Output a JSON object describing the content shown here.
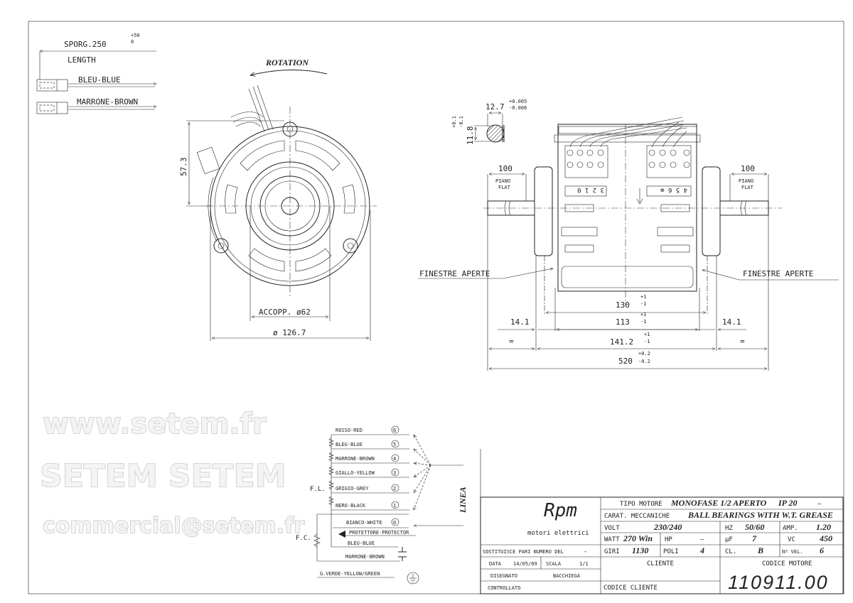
{
  "lead_wires": {
    "length_label": "SPORG.250",
    "length_tol_plus": "+50",
    "length_tol_minus": "0",
    "length_caption": "LENGTH",
    "wires": [
      "BLEU-BLUE",
      "MARRONE-BROWN"
    ]
  },
  "front_view": {
    "rotation_label": "ROTATION",
    "dim_height": "57.3",
    "dim_coupling": "ACCOPP. ø62",
    "dim_diameter": "ø 126.7"
  },
  "shaft_section": {
    "width": "12.7",
    "width_tol_plus": "+0.005",
    "width_tol_minus": "-0.006",
    "flat": "11.8",
    "flat_tol_plus": "+0.1",
    "flat_tol_minus": "-0.1"
  },
  "side_view": {
    "flat_length_left": "100",
    "flat_length_right": "100",
    "flat_label_1": "PIANO",
    "flat_label_2": "FLAT",
    "terminals_left": "3 2 1 0",
    "terminals_right": "4 5 6 ⊕",
    "open_windows_left": "FINESTRE APERTE",
    "open_windows_right": "FINESTRE APERTE",
    "dim_130": "130",
    "dim_130_tol_plus": "+1",
    "dim_130_tol_minus": "-1",
    "dim_113": "113",
    "dim_113_tol_plus": "+1",
    "dim_113_tol_minus": "-1",
    "dim_141": "141.2",
    "dim_141_tol_plus": "+1",
    "dim_141_tol_minus": "-1",
    "dim_520": "520",
    "dim_520_tol_plus": "+0.2",
    "dim_520_tol_minus": "-0.2",
    "dim_14_left": "14.1",
    "dim_14_right": "14.1",
    "equal_left": "=",
    "equal_right": "="
  },
  "wiring": {
    "speed_wires": [
      {
        "label": "ROSSO-RED",
        "num": "6"
      },
      {
        "label": "BLEU-BLUE",
        "num": "5"
      },
      {
        "label": "MARRONE-BROWN",
        "num": "4"
      },
      {
        "label": "GIALLO-YELLOW",
        "num": "3"
      },
      {
        "label": "GRIGIO-GREY",
        "num": "2"
      },
      {
        "label": "NERO-BLACK",
        "num": "1"
      }
    ],
    "white": {
      "label": "BIANCO-WHITE",
      "num": "0"
    },
    "protector": "PROTETTORE-PROTECTOR",
    "blue": "BLEU-BLUE",
    "brown": "MARRONE-BROWN",
    "ground": "G.VERDE-YELLOW/GREEN",
    "fl_label": "F.L.",
    "fc_label": "F.C.",
    "line_label": "LINEA"
  },
  "title_block": {
    "logo": "Rpm",
    "logo_sub": "motori elettrici",
    "tipo_motore_label": "TIPO MOTORE",
    "tipo_motore": "MONOFASE 1/2 APERTO",
    "ip": "IP 20",
    "ip_extra": "—",
    "carat_label": "CARAT. MECCANICHE",
    "carat": "BALL BEARINGS WITH W.T. GREASE",
    "volt_label": "VOLT",
    "volt": "230/240",
    "hz_label": "HZ",
    "hz": "50/60",
    "amp_label": "AMP.",
    "amp": "1.20",
    "watt_label": "WATT",
    "watt": "270 Win",
    "hp_label": "HP",
    "hp": "—",
    "uf_label": "µF",
    "uf": "7",
    "vc_label": "VC",
    "vc": "450",
    "giri_label": "GIRI",
    "giri": "1130",
    "poli_label": "POLI",
    "poli": "4",
    "cl_label": "CL.",
    "cl": "B",
    "vel_label": "Nº VEL.",
    "vel": "6",
    "sostituisce_label": "SOSTITUISCE PARI NUMERO DEL",
    "sostituisce": "-",
    "data_label": "DATA",
    "data": "14/05/09",
    "scala_label": "SCALA",
    "scala": "1/1",
    "disegnato_label": "DISEGNATO",
    "disegnato": "BACCHIEGA",
    "controllato_label": "CONTROLLATO",
    "cliente_label": "CLIENTE",
    "codice_cliente_label": "CODICE CLIENTE",
    "codice_motore_label": "CODICE MOTORE",
    "codice_motore": "110911.00"
  },
  "watermark": {
    "line1": "www.setem.fr",
    "line2": "SETEM SETEM",
    "line3": "commercial@setem.fr"
  }
}
